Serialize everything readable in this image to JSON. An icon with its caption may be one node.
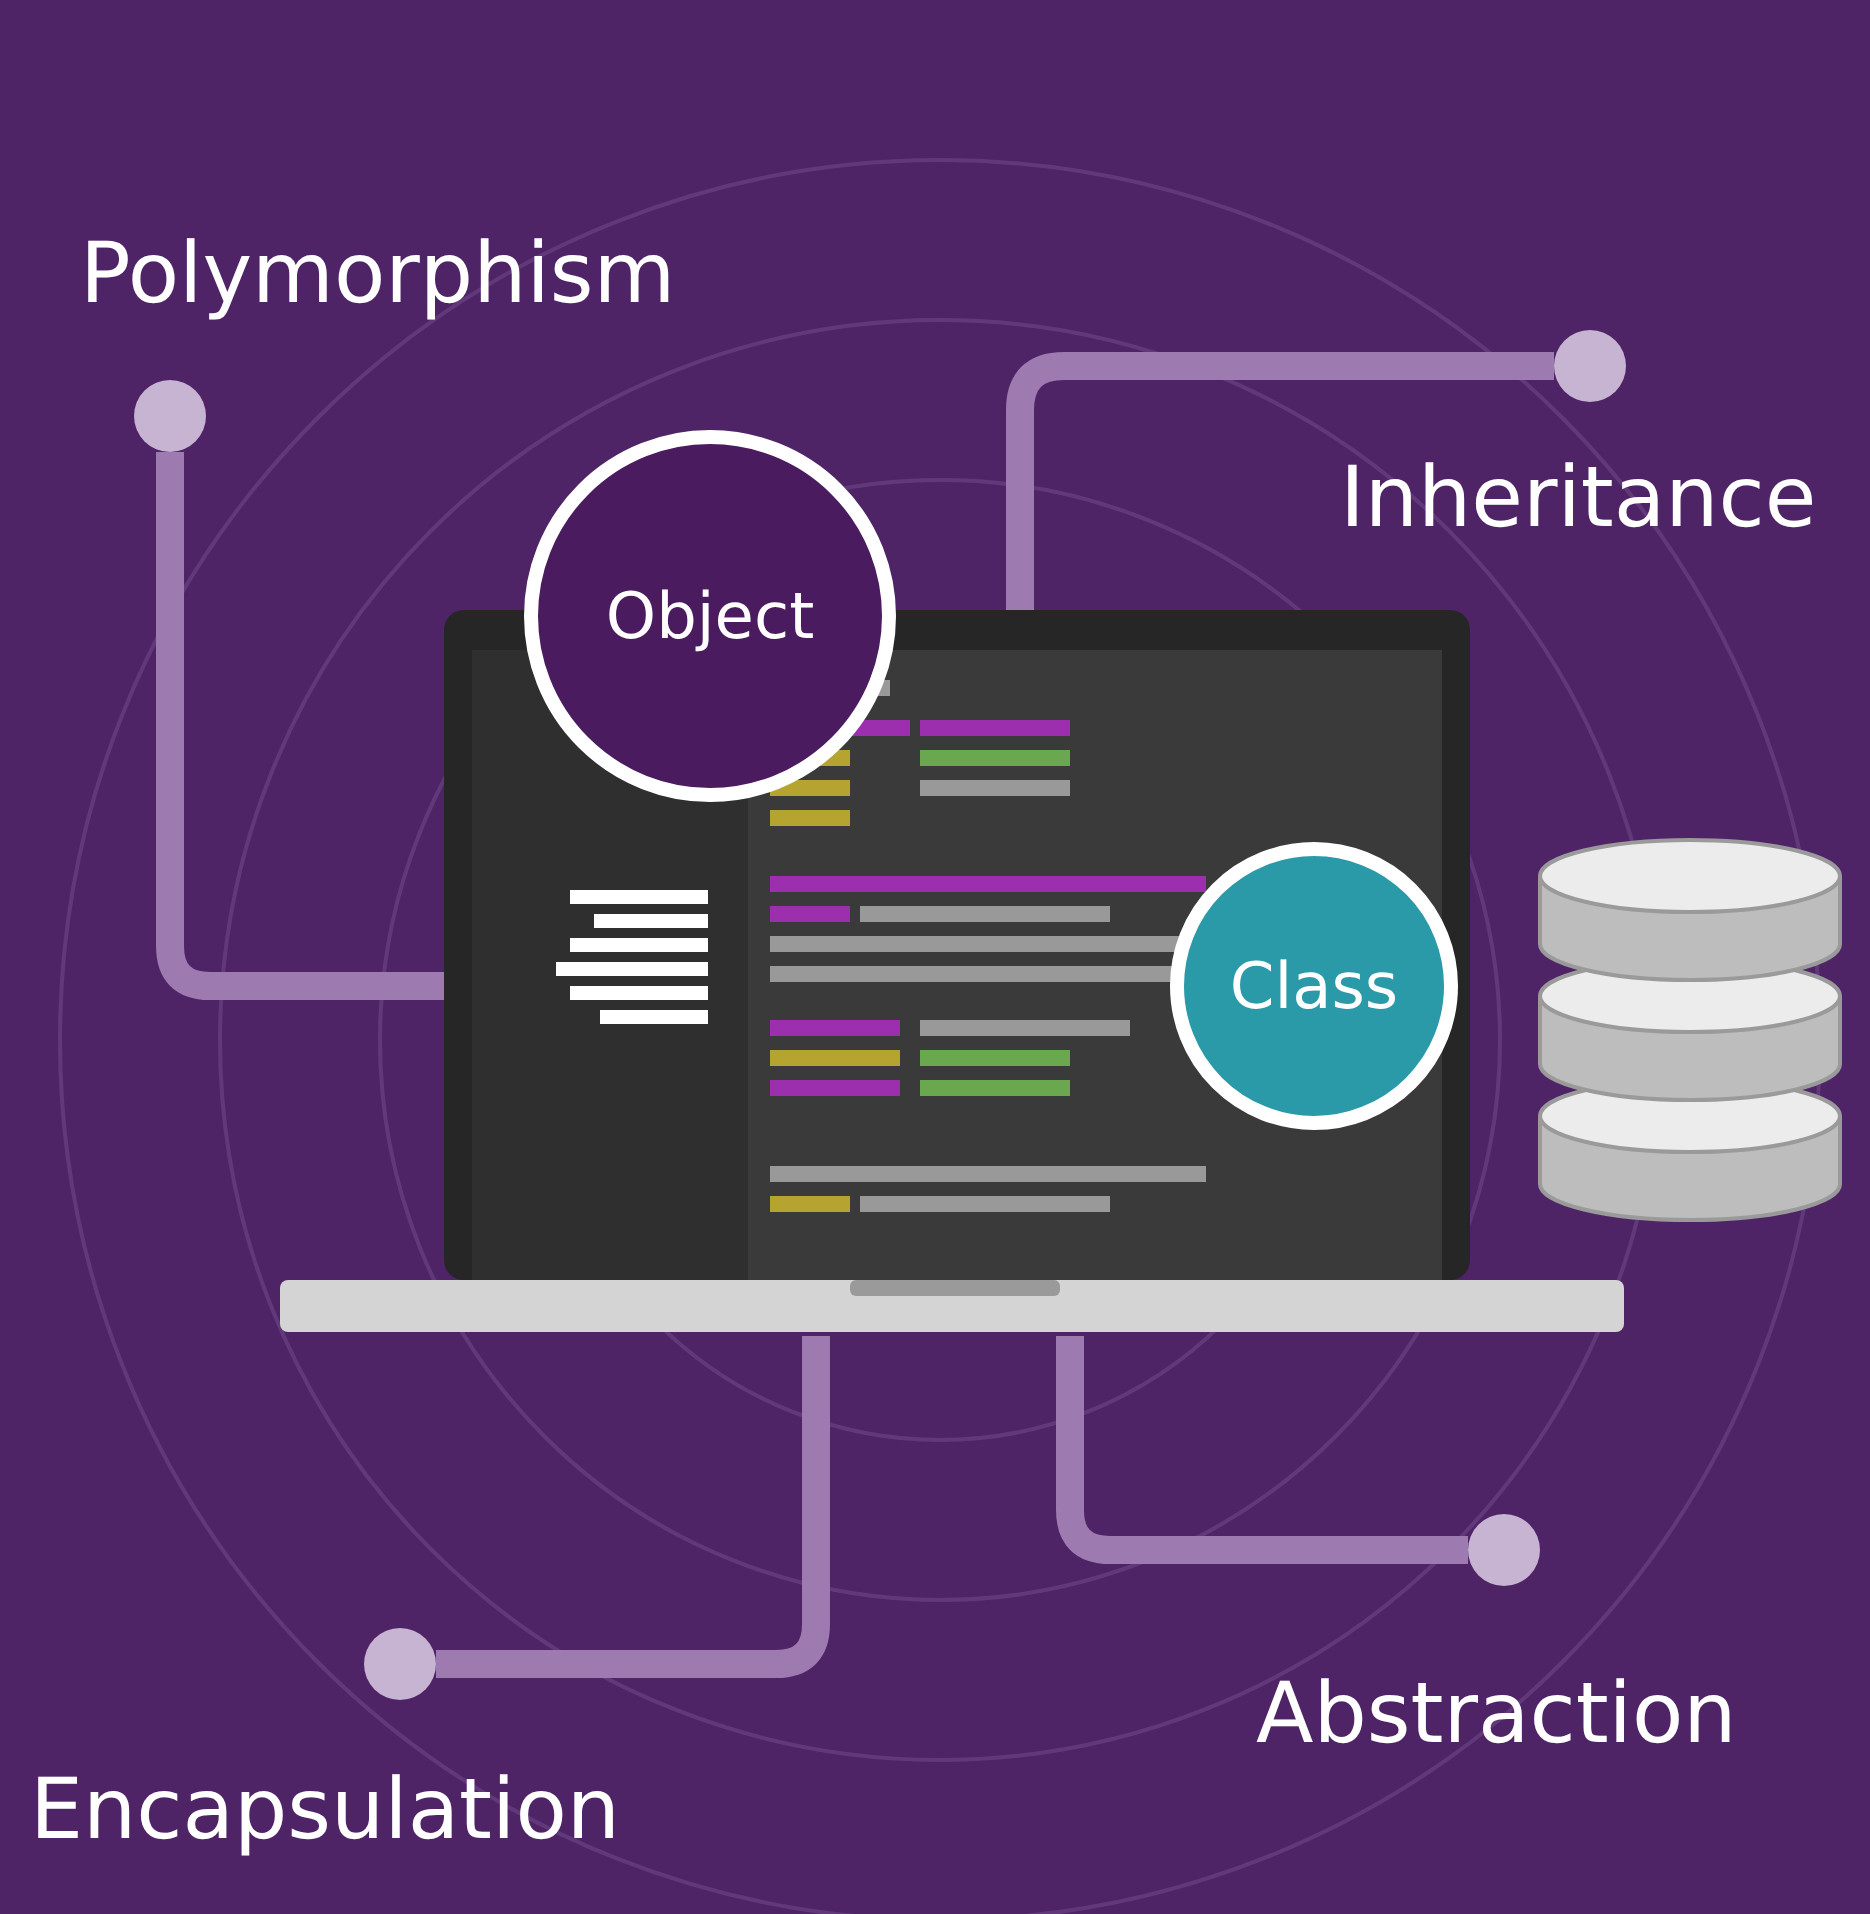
{
  "diagram": {
    "nodes": [
      {
        "text": [],
        "shape": "circle",
        "beside": [
          "Polymorphism"
        ]
      },
      {
        "text": [],
        "shape": "circle",
        "beside": [
          "Inheritance"
        ]
      },
      {
        "text": [],
        "shape": "picture"
      },
      {
        "text": [
          "Object"
        ]
      },
      {
        "text": [
          "Class"
        ],
        "in": 2
      },
      {
        "text": [],
        "shape": "circle",
        "beside": [
          "Abstraction"
        ]
      },
      {
        "text": [],
        "shape": "circle",
        "beside": [
          "Encapsulation"
        ]
      }
    ],
    "edges": [
      {
        "from": 2,
        "to": 0,
        "arrow": "none"
      },
      {
        "from": 2,
        "to": 1,
        "arrow": "none"
      },
      {
        "from": 2,
        "to": 5,
        "arrow": "none"
      },
      {
        "from": 2,
        "to": 6,
        "arrow": "none"
      }
    ]
  }
}
